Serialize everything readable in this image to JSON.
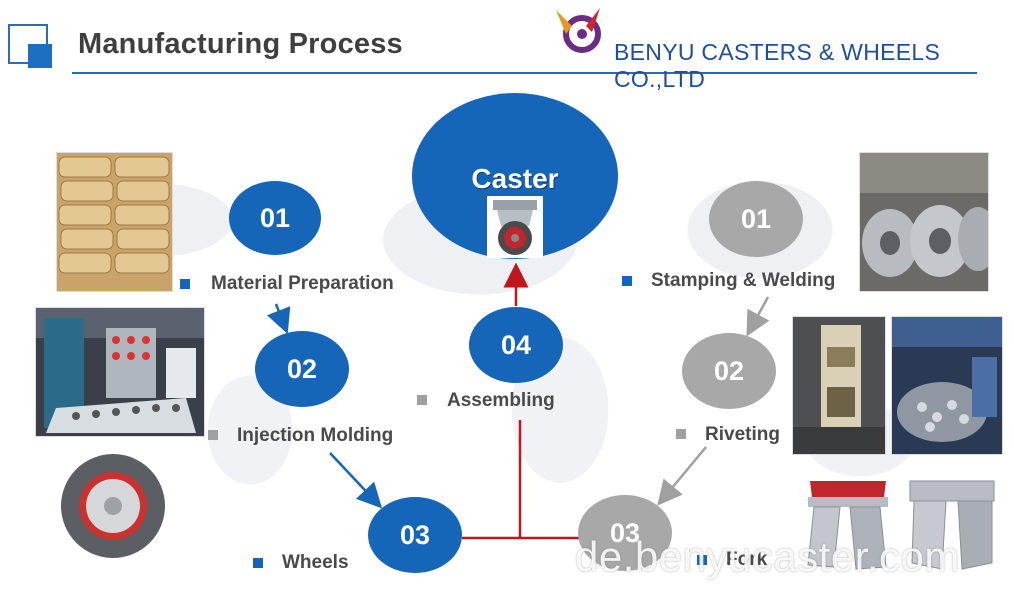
{
  "header": {
    "title": "Manufacturing Process",
    "company": "BENYU CASTERS & WHEELS CO.,LTD"
  },
  "center": {
    "caster_label": "Caster"
  },
  "left_steps": [
    {
      "number": "01",
      "label": "Material Preparation"
    },
    {
      "number": "02",
      "label": "Injection Molding"
    },
    {
      "number": "03",
      "label": "Wheels"
    }
  ],
  "assembly": {
    "number": "04",
    "label": "Assembling"
  },
  "right_steps": [
    {
      "number": "01",
      "label": "Stamping & Welding"
    },
    {
      "number": "02",
      "label": "Riveting"
    },
    {
      "number": "03",
      "label": "Fork"
    }
  ],
  "watermark": "de.benyucaster.com",
  "colors": {
    "accent_blue": "#1565b8",
    "grey": "#a8a8a8",
    "connector_red": "#c0161c"
  }
}
